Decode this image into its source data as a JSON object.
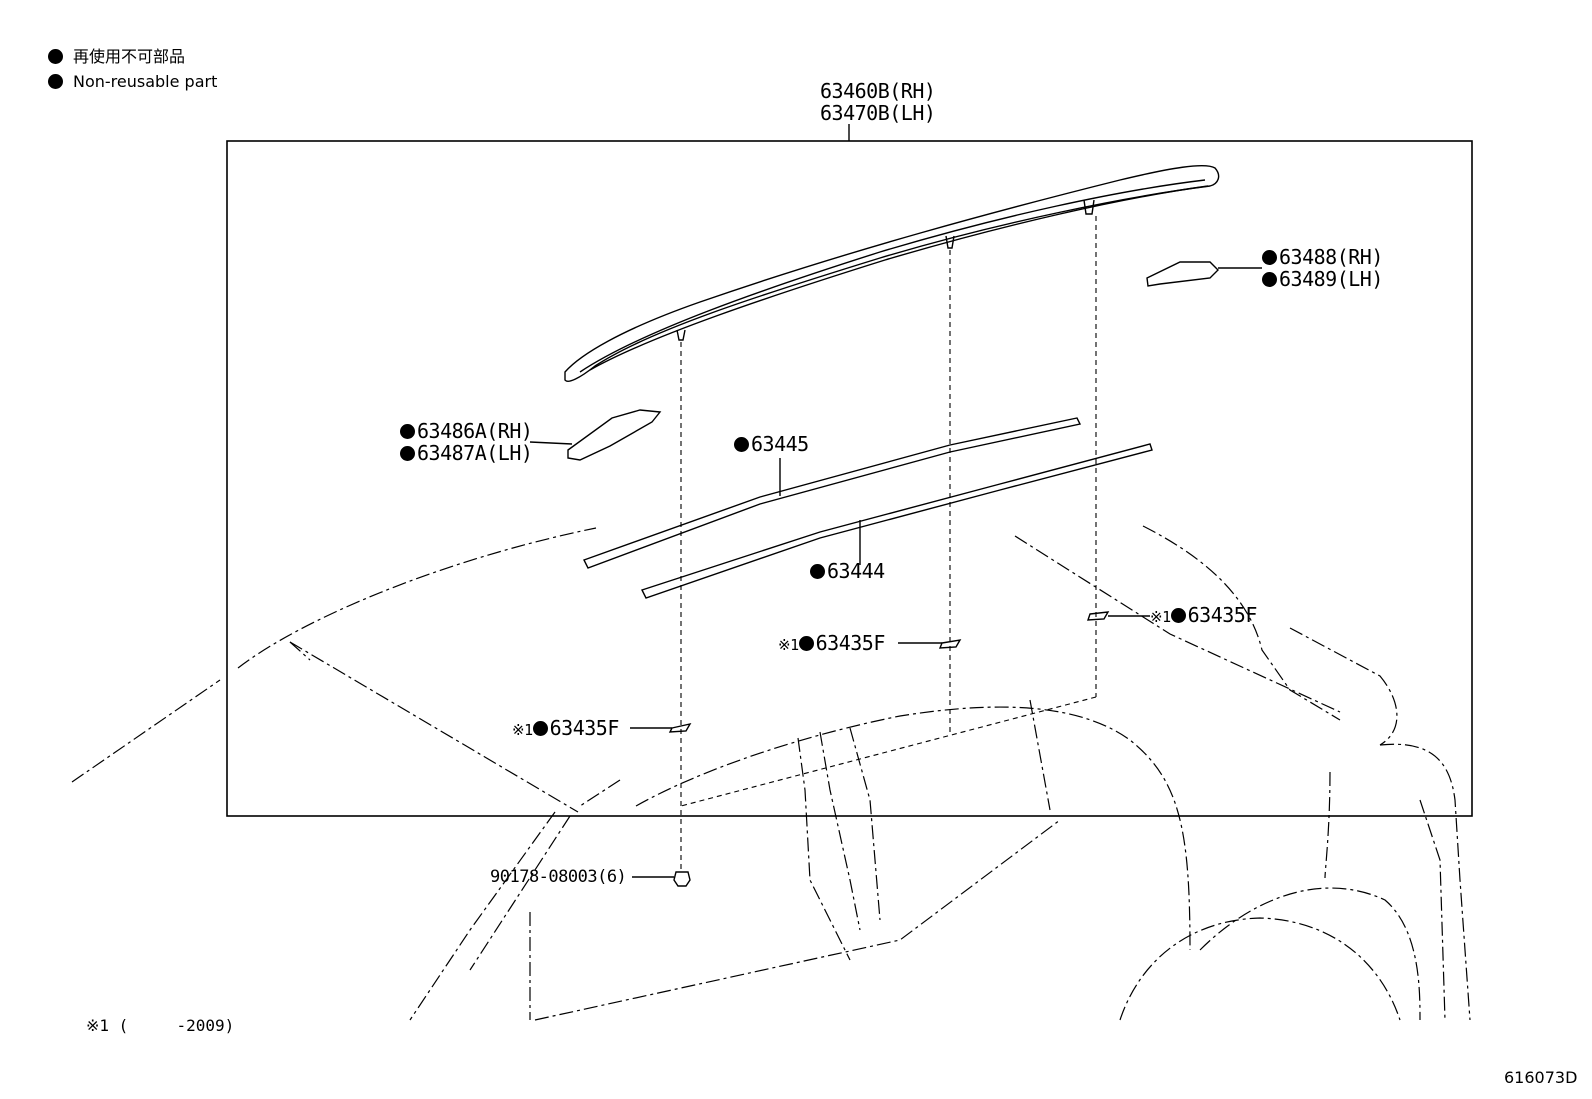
{
  "legend": {
    "jp": "再使用不可部品",
    "en": "Non-reusable part"
  },
  "parts": {
    "rail_rh": "63460B(RH)",
    "rail_lh": "63470B(LH)",
    "bracket_rear_rh": "63488(RH)",
    "bracket_rear_lh": "63489(LH)",
    "bracket_front_rh": "63486A(RH)",
    "bracket_front_lh": "63487A(LH)",
    "seal_upper": "63445",
    "seal_lower": "63444",
    "pad": "63435F",
    "clip": "90178-08003(6)"
  },
  "marks": {
    "note_mark": "※1"
  },
  "footnote": "※1 (     -2009)",
  "diagram_id": "616073D"
}
